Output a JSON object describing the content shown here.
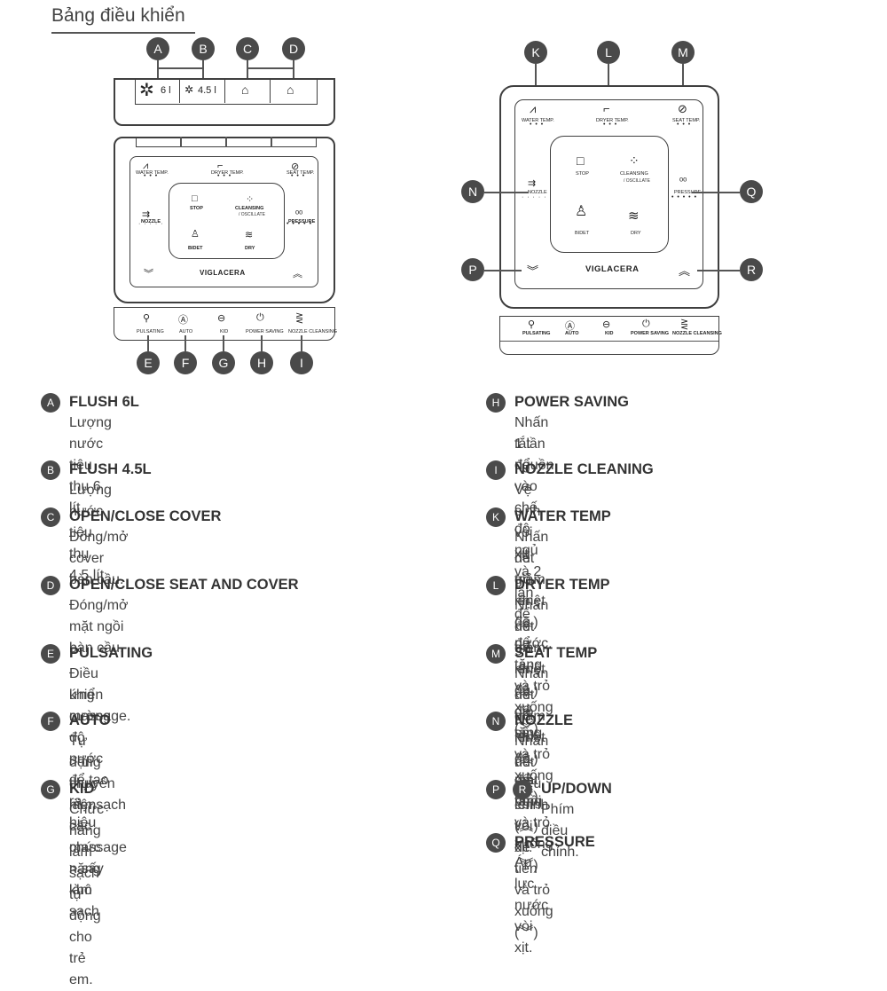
{
  "title": "Bảng điều khiển",
  "top_buttons": {
    "flush6": "6 l",
    "flush45": "4.5 l"
  },
  "left_remote": {
    "water_temp": "WATER TEMP.",
    "dryer_temp": "DRYER TEMP.",
    "seat_temp": "SEAT TEMP.",
    "nozzle": "NOZZLE",
    "pressure": "PRESSURE",
    "stop": "STOP",
    "cleansing": "CLEANSING",
    "oscillate": "/ OSCILLATE",
    "bidet": "BIDET",
    "dry": "DRY",
    "brand": "VIGLACERA"
  },
  "left_bottom_bar": [
    "PULSATING",
    "AUTO",
    "KID",
    "POWER SAVING",
    "NOZZLE CLEANSING"
  ],
  "right_remote": {
    "water_temp": "WATER TEMP.",
    "dryer_temp": "DRYER TEMP.",
    "seat_temp": "SEAT TEMP.",
    "nozzle": "NOZZLE",
    "pressure": "PRESSURE",
    "stop": "STOP",
    "cleansing": "CLEANSING",
    "oscillate": "/ OSCILLATE",
    "bidet": "BIDET",
    "dry": "DRY",
    "brand": "VIGLACERA"
  },
  "right_bottom_bar": [
    "PULSATING",
    "AUTO",
    "KID",
    "POWER SAVING",
    "NOZZLE CLEANSING"
  ],
  "callouts": {
    "A": "A",
    "B": "B",
    "C": "C",
    "D": "D",
    "E": "E",
    "F": "F",
    "G": "G",
    "H": "H",
    "I": "I",
    "K": "K",
    "L": "L",
    "M": "M",
    "N": "N",
    "P": "P",
    "Q": "Q",
    "R": "R"
  },
  "legend_left": [
    {
      "letter": "A",
      "head": "FLUSH 6L",
      "desc": [
        "Lượng nước tiêu thụ 6 lít"
      ]
    },
    {
      "letter": "B",
      "head": "FLUSH 4.5L",
      "desc": [
        "Lượng nước tiêu thụ 4.5 lít"
      ]
    },
    {
      "letter": "C",
      "head": "OPEN/CLOSE COVER",
      "desc": [
        "Đóng/mở cover bàn cầu."
      ]
    },
    {
      "letter": "D",
      "head": "OPEN/CLOSE SEAT AND COVER",
      "desc": [
        "Đóng/mở mặt ngồi bàn cầu."
      ]
    },
    {
      "letter": "E",
      "head": "PULSATING",
      "desc": [
        "Điều khiển cường độ nước để tạo ra hiệu",
        "ứng massage."
      ]
    },
    {
      "letter": "F",
      "head": "AUTO",
      "desc": [
        "Tự động thực hiện các chức năng làm sạch",
        "> di chuyển làm sạch > massage > sấy khô"
      ]
    },
    {
      "letter": "G",
      "head": "KID",
      "desc": [
        "Chức năng làm sạch tự động cho trẻ em."
      ]
    }
  ],
  "legend_right": [
    {
      "letter": "H",
      "head": "POWER SAVING",
      "desc": [
        "Nhấn 1 lần để vào chế độ ngủ và 2 lần để",
        "tắt nguồn."
      ]
    },
    {
      "letter": "I",
      "head": "NOZZLE CLEANING",
      "desc": [
        "Vệ sinh vòi xịt"
      ]
    },
    {
      "letter": "K",
      "head": "WATER TEMP",
      "desc": [
        "Nhấn nút trỏ lên (︽) để tăng và trỏ xuống (︾)",
        "để giảm nhiệt độ nước."
      ]
    },
    {
      "letter": "L",
      "head": "DRYER TEMP",
      "desc": [
        "Nhấn nút trỏ lên (︽) để tăng và trỏ xuống (︾)",
        "để giảm nhiệt độ gió sấy."
      ]
    },
    {
      "letter": "M",
      "head": "SEAT TEMP",
      "desc": [
        "Nhấn nút trỏ lên (︽) để tăng và trỏ xuống (︾)",
        "để giảm nhiệt độ mặt ngồi."
      ]
    },
    {
      "letter": "N",
      "head": "NOZZLE",
      "desc": [
        "Nhấn nút trỏ lên (︽) để tiến và trỏ xuống (︾)",
        "để điều chỉnh vòi xịt."
      ]
    },
    {
      "letter": "P",
      "letter2": "R",
      "head": "UP/DOWN",
      "desc": [
        "Phím điều chỉnh."
      ]
    },
    {
      "letter": "Q",
      "head": "PRESSURE",
      "desc": [
        "Áp lực nước vòi xịt."
      ]
    }
  ]
}
